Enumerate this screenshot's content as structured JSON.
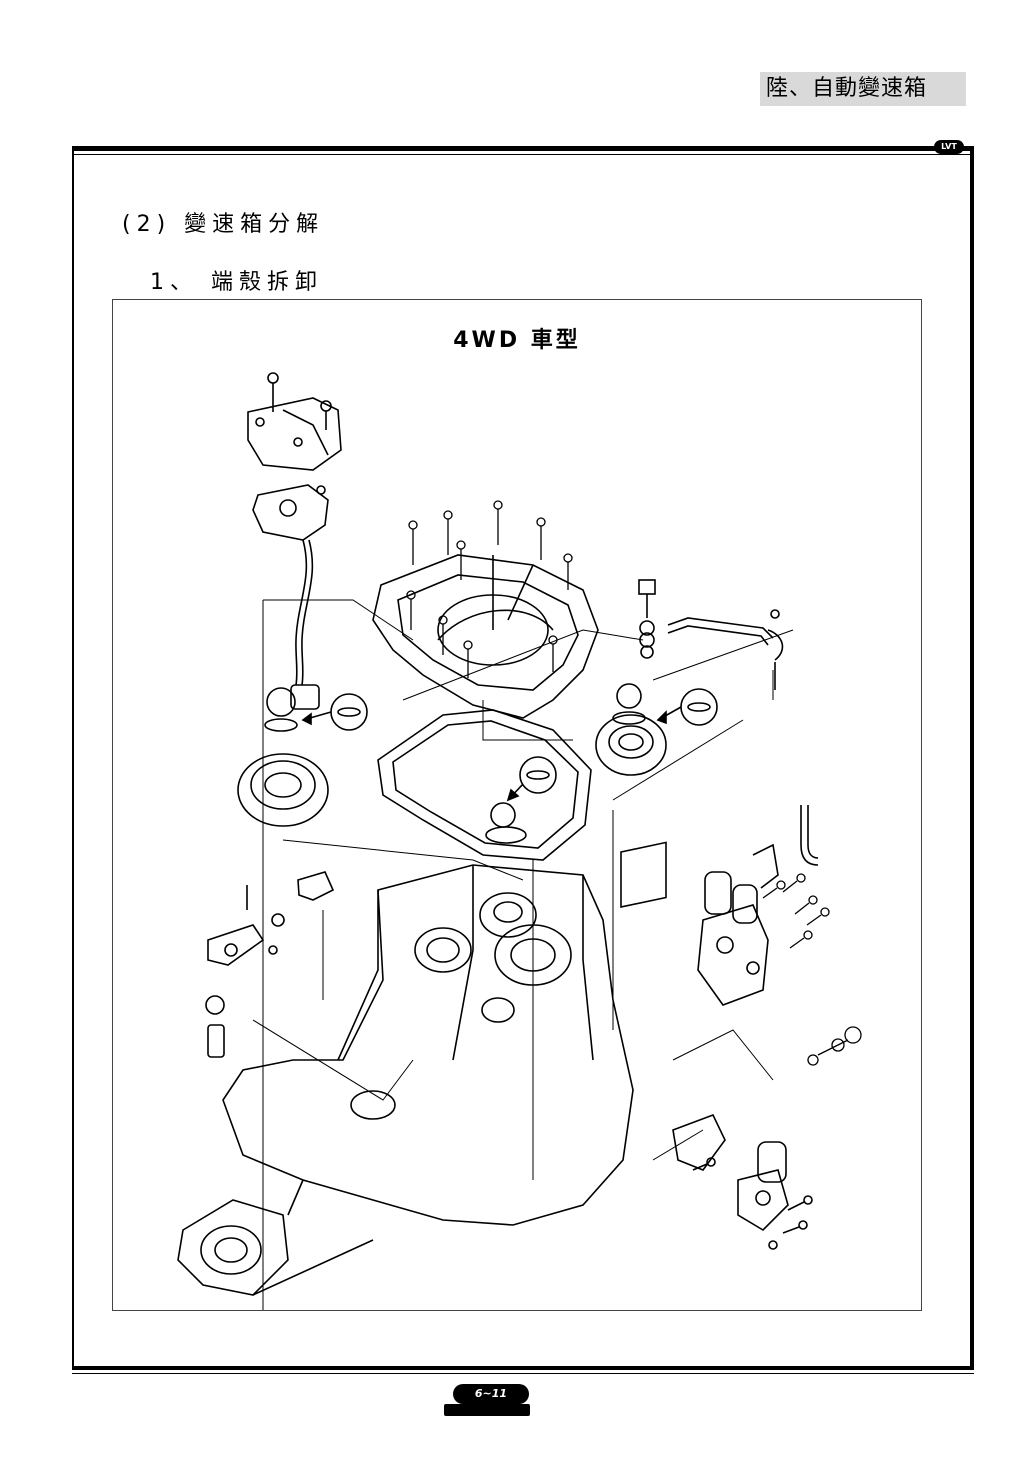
{
  "header": {
    "chapter_label": "陸、自動變速箱",
    "corner_logo_icon": "lvt-logo-icon"
  },
  "content": {
    "section_title": "(2) 變速箱分解",
    "sub_title": "1、 端殼拆卸",
    "figure_caption": "4WD 車型"
  },
  "footer": {
    "page_number": "6~11",
    "publisher_logo_icon": "publisher-logo-icon"
  },
  "colors": {
    "line": "#000000",
    "tab_background": "#d9d9d9",
    "figure_border": "#444444"
  }
}
